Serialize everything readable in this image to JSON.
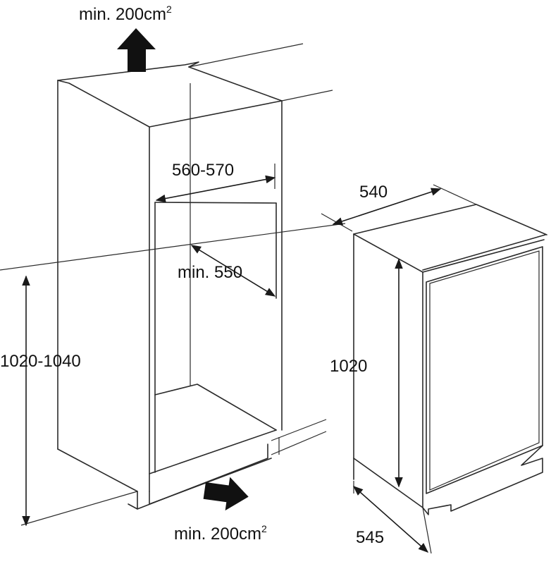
{
  "labels": {
    "vent_top": "min. 200cm",
    "vent_top_sup": "2",
    "vent_bottom": "min. 200cm",
    "vent_bottom_sup": "2",
    "niche_width": "560-570",
    "niche_depth": "min. 550",
    "niche_height": "1020-1040",
    "appliance_width": "540",
    "appliance_height": "1020",
    "appliance_depth": "545"
  },
  "icons": {
    "vent_top": "arrow-up-icon",
    "vent_bottom": "arrow-right-icon"
  },
  "colors": {
    "line": "#2a2a2a",
    "arrow": "#111111",
    "background": "#ffffff"
  }
}
